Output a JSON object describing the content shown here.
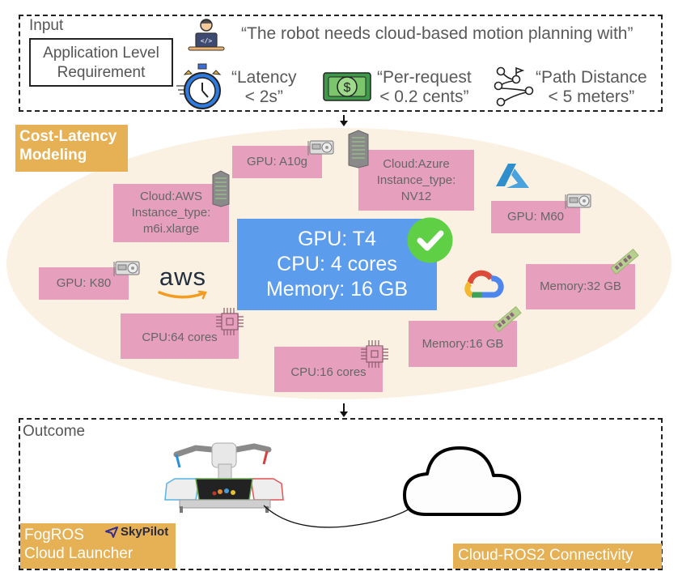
{
  "input": {
    "label": "Input",
    "requirement_box": [
      "Application Level",
      "Requirement"
    ],
    "prompt_quote": "“The robot needs cloud-based motion planning with”",
    "constraints": [
      {
        "icon": "stopwatch-icon",
        "line1": "“Latency",
        "line2": "< 2s”"
      },
      {
        "icon": "money-icon",
        "line1": "“Per-request",
        "line2": "< 0.2 cents”"
      },
      {
        "icon": "path-icon",
        "line1": "“Path Distance",
        "line2": "< 5 meters”"
      }
    ]
  },
  "modeling": {
    "tag": [
      "Cost-Latency",
      "Modeling"
    ],
    "candidates": {
      "gpu_a10g": "GPU: A10g",
      "aws_instance": [
        "Cloud:AWS",
        "Instance_type:",
        "m6i.xlarge"
      ],
      "azure_instance": [
        "Cloud:Azure",
        "Instance_type:",
        "NV12"
      ],
      "gpu_m60": "GPU: M60",
      "gpu_k80": "GPU: K80",
      "cpu_64": "CPU:64 cores",
      "cpu_16": "CPU:16 cores",
      "mem_16": "Memory:16 GB",
      "mem_32": "Memory:32 GB"
    },
    "logos": {
      "aws": "aws",
      "azure": "azure-logo",
      "gcp": "google-cloud-logo"
    },
    "selected": [
      "GPU: T4",
      "CPU: 4 cores",
      "Memory: 16 GB"
    ],
    "colors": {
      "candidate": "#e6a0bd",
      "selected": "#5c9cec",
      "check": "#5fcf45",
      "tag": "#e6b055",
      "ellipse": "#faf1e3"
    }
  },
  "outcome": {
    "label": "Outcome",
    "launcher_tag": [
      "FogROS",
      "Cloud Launcher"
    ],
    "skypilot": "SkyPilot",
    "connectivity_tag": "Cloud-ROS2 Connectivity"
  }
}
